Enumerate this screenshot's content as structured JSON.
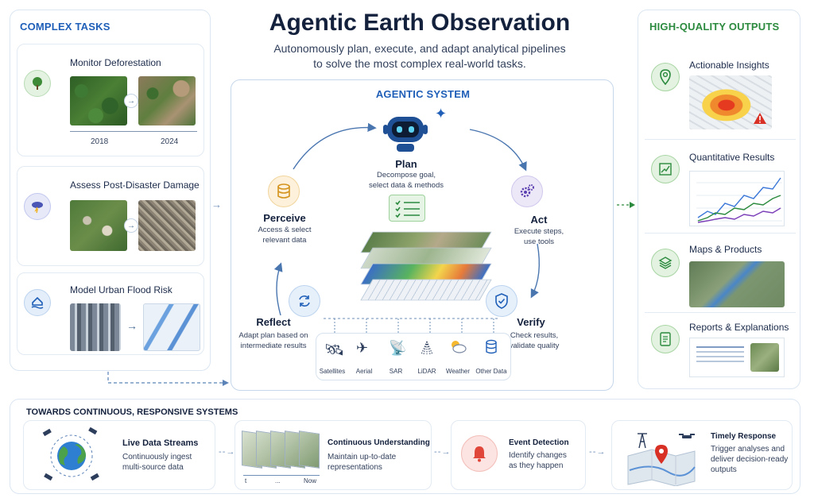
{
  "title": "Agentic Earth Observation",
  "subtitle_line1": "Autonomously plan, execute, and adapt analytical pipelines",
  "subtitle_line2": "to solve the most complex real-world tasks.",
  "colors": {
    "blue": "#1f5fb8",
    "green": "#2b8a3e",
    "navy": "#14213d"
  },
  "left": {
    "title": "COMPLEX TASKS",
    "tasks": [
      {
        "label": "Monitor Deforestation",
        "icon": "tree-icon",
        "year_from": "2018",
        "year_to": "2024"
      },
      {
        "label": "Assess Post-Disaster Damage",
        "icon": "storm-cloud-icon"
      },
      {
        "label": "Model Urban Flood Risk",
        "icon": "flood-house-icon"
      }
    ]
  },
  "center": {
    "title": "AGENTIC SYSTEM",
    "plan": {
      "title": "Plan",
      "desc1": "Decompose goal,",
      "desc2": "select data & methods"
    },
    "act": {
      "title": "Act",
      "desc1": "Execute steps,",
      "desc2": "use tools"
    },
    "verify": {
      "title": "Verify",
      "desc1": "Check results,",
      "desc2": "validate quality"
    },
    "reflect": {
      "title": "Reflect",
      "desc1": "Adapt plan based on",
      "desc2": "intermediate results"
    },
    "perceive": {
      "title": "Perceive",
      "desc1": "Access & select",
      "desc2": "relevant data"
    },
    "sources": [
      "Satellites",
      "Aerial",
      "SAR",
      "LiDAR",
      "Weather",
      "Other Data"
    ]
  },
  "right": {
    "title": "HIGH-QUALITY OUTPUTS",
    "outputs": [
      "Actionable Insights",
      "Quantitative Results",
      "Maps & Products",
      "Reports & Explanations"
    ]
  },
  "bottom": {
    "title": "TOWARDS CONTINUOUS, RESPONSIVE SYSTEMS",
    "steps": [
      {
        "title": "Live Data Streams",
        "desc1": "Continuously ingest",
        "desc2": "multi-source data"
      },
      {
        "title": "Continuous Understanding",
        "desc1": "Maintain up-to-date",
        "desc2": "representations",
        "axis_start": "t",
        "axis_mid": "...",
        "axis_end": "Now"
      },
      {
        "title": "Event Detection",
        "desc1": "Identify changes",
        "desc2": "as they happen"
      },
      {
        "title": "Timely Response",
        "desc1": "Trigger analyses and",
        "desc2": "deliver decision-ready",
        "desc3": "outputs"
      }
    ]
  }
}
